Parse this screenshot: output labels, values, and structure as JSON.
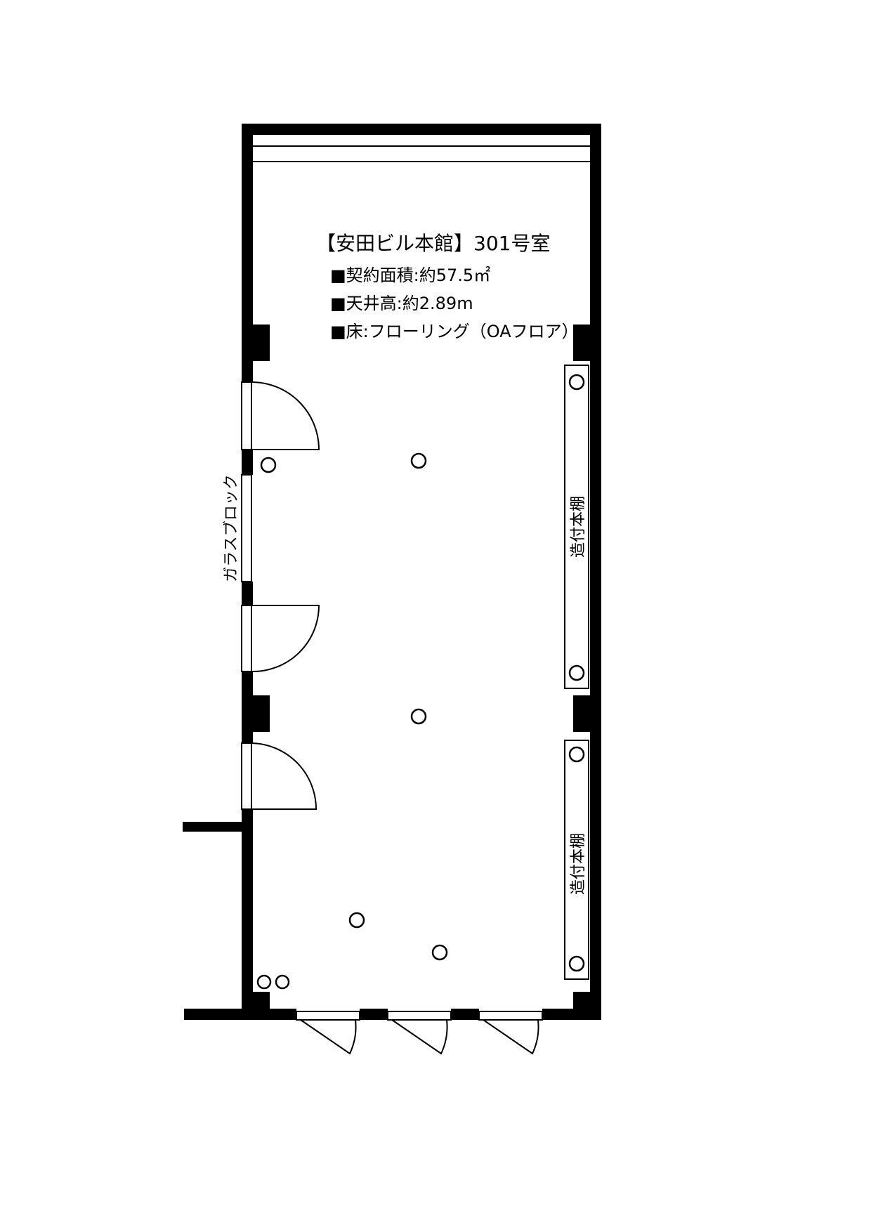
{
  "title": "【安田ビル本館】301号室",
  "specs": [
    "■契約面積:約57.5㎡",
    "■天井高:約2.89m",
    "■床:フローリング（OAフロア）"
  ],
  "labels": {
    "glass_block": "ガラスブロック",
    "bookshelf_upper": "造付本棚",
    "bookshelf_lower": "造付本棚"
  },
  "colors": {
    "wall": "#000000",
    "background": "#ffffff"
  }
}
